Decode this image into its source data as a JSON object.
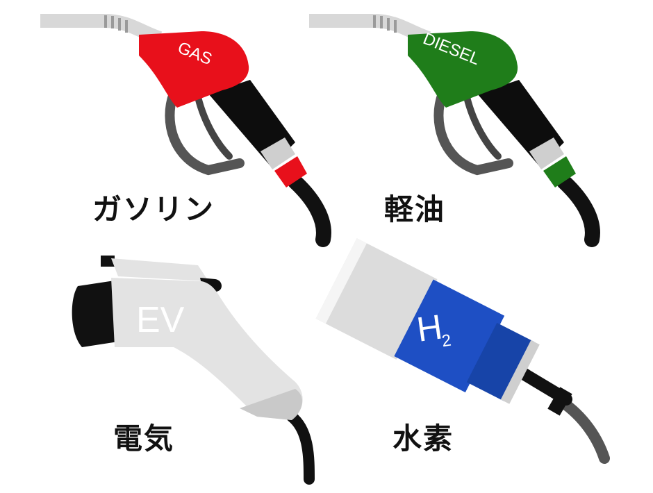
{
  "gas": {
    "nozzle_label": "GAS",
    "caption": "ガソリン",
    "color": "#e8101b"
  },
  "diesel": {
    "nozzle_label": "DIESEL",
    "caption": "軽油",
    "color": "#1f7d1a"
  },
  "ev": {
    "plug_label": "EV",
    "caption": "電気",
    "color": "#e3e3e3"
  },
  "hydrogen": {
    "label_main": "H",
    "label_sub": "2",
    "caption": "水素",
    "color": "#1e4fc4"
  }
}
